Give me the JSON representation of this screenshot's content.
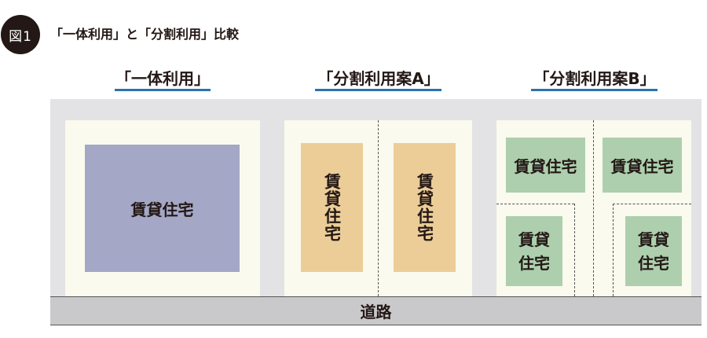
{
  "figure": {
    "badge": "図1",
    "title": "「一体利用」と「分割利用」比較"
  },
  "columns": [
    {
      "title": "「一体利用」"
    },
    {
      "title": "「分割利用案A」"
    },
    {
      "title": "「分割利用案B」"
    }
  ],
  "buildings": {
    "integrated": {
      "label": "賃貸住宅"
    },
    "planA": [
      {
        "label": "賃貸住宅"
      },
      {
        "label": "賃貸住宅"
      }
    ],
    "planB": [
      {
        "label": "賃貸住宅"
      },
      {
        "label": "賃貸住宅"
      },
      {
        "label": "賃貸\n住宅"
      },
      {
        "label": "賃貸\n住宅"
      }
    ]
  },
  "road": {
    "label": "道路"
  },
  "colors": {
    "site_bg": "#e3e3e5",
    "lot_bg": "#fafaee",
    "integrated_building": "#a4a7c6",
    "planA_building": "#eccd98",
    "planB_building": "#adcfae",
    "road": "#c9c9cb",
    "title_underline": "#2b72b0",
    "badge": "#231815"
  }
}
